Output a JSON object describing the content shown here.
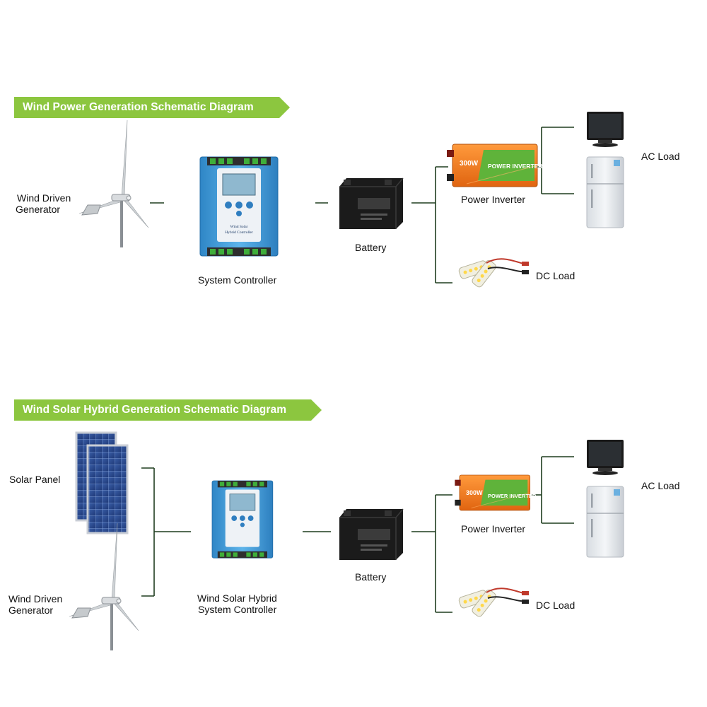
{
  "diagram1": {
    "title": "Wind Power Generation Schematic Diagram",
    "labels": {
      "generator_line1": "Wind Driven",
      "generator_line2": "Generator",
      "controller_line1": "System Controller",
      "battery": "Battery",
      "inverter": "Power Inverter",
      "ac_load": "AC Load",
      "dc_load": "DC Load"
    }
  },
  "diagram2": {
    "title": "Wind Solar Hybrid Generation Schematic Diagram",
    "labels": {
      "solar_panel": "Solar Panel",
      "generator_line1": "Wind Driven",
      "generator_line2": "Generator",
      "controller_line1": "Wind Solar Hybrid",
      "controller_line2": "System Controller",
      "battery": "Battery",
      "inverter": "Power Inverter",
      "ac_load": "AC Load",
      "dc_load": "DC Load"
    }
  },
  "device_text": {
    "inverter_rating": "300W",
    "inverter_name": "POWER INVERTER",
    "controller_caption_1": "Wind Solar",
    "controller_caption_2": "Hybrid Controller"
  },
  "colors": {
    "banner_green": "#8cc63f",
    "connector_line": "#1f3d1f",
    "controller_blue": "#3a9bd8",
    "inverter_orange": "#f07a1a",
    "inverter_panel_green": "#5fb33a"
  }
}
